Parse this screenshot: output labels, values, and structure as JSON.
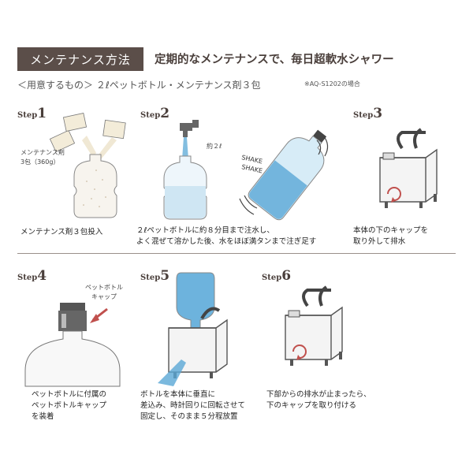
{
  "header": {
    "title": "メンテナンス方法",
    "headline": "定期的なメンテナンスで、毎日超軟水シャワー",
    "preparation": "＜用意するもの＞ ２ℓペットボトル・メンテナンス剤３包",
    "preparation_note": "※AQ-S1202の場合"
  },
  "steps": [
    {
      "word": "Step",
      "num": "1",
      "label_line1": "メンテナンス剤",
      "label_line2": "3包（360g）",
      "caption": [
        "メンテナンス剤３包投入"
      ]
    },
    {
      "word": "Step",
      "num": "2",
      "label_line1": "約２ℓ",
      "caption": [
        "２ℓペットボトルに約８分目まで注水し、",
        "よく混ぜて溶かした後、水をほぼ満タンまで注ぎ足す"
      ],
      "shake": "SHAKE",
      "shake2": "SHAKE"
    },
    {
      "word": "Step",
      "num": "3",
      "caption": [
        "本体の下のキャップを",
        "取り外して排水"
      ]
    },
    {
      "word": "Step",
      "num": "4",
      "label_line1": "ペットボトル",
      "label_line2": "キャップ",
      "caption": [
        "ペットボトルに付属の",
        "ペットボトルキャップ",
        "を装着"
      ]
    },
    {
      "word": "Step",
      "num": "5",
      "caption": [
        "ボトルを本体に垂直に",
        "差込み、時計回りに回転させて",
        "固定し、そのまま５分程放置"
      ]
    },
    {
      "word": "Step",
      "num": "6",
      "caption": [
        "下部からの排水が止まったら、",
        "下のキャップを取り付ける"
      ]
    }
  ],
  "colors": {
    "accent_dark": "#5b4e49",
    "water_blue": "#5aa8d6",
    "arrow_red": "#c0504d"
  }
}
